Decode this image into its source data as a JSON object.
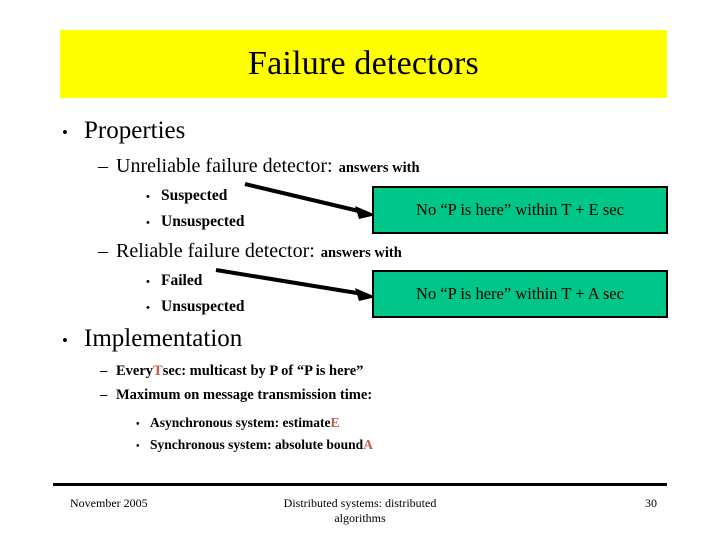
{
  "slide": {
    "title": "Failure detectors",
    "title_bg": "#ffff00",
    "callout_bg": "#00c68a",
    "accent_color": "#c0604a"
  },
  "content": {
    "properties": {
      "label": "Properties",
      "bullet_glyph": "•",
      "unreliable": {
        "dash_glyph": "–",
        "label": "Unreliable failure detector:",
        "answers_with": "answers with",
        "items": [
          {
            "bullet_glyph": "•",
            "label": "Suspected"
          },
          {
            "bullet_glyph": "•",
            "label": "Unsuspected"
          }
        ],
        "callout": "No “P is here” within T + E sec"
      },
      "reliable": {
        "dash_glyph": "–",
        "label": "Reliable failure detector:",
        "answers_with": "answers with",
        "items": [
          {
            "bullet_glyph": "•",
            "label": "Failed"
          },
          {
            "bullet_glyph": "•",
            "label": "Unsuspected"
          }
        ],
        "callout": "No “P is here” within T + A sec"
      }
    },
    "implementation": {
      "label": "Implementation",
      "bullet_glyph": "•",
      "items": [
        {
          "dash_glyph": "–",
          "prefix": "Every ",
          "accent": "T",
          "suffix": " sec: multicast by P of “P is here”"
        },
        {
          "dash_glyph": "–",
          "prefix": "Maximum on message transmission time:",
          "accent": "",
          "suffix": ""
        }
      ],
      "subitems": [
        {
          "bullet_glyph": "•",
          "prefix": "Asynchronous system: estimate  ",
          "accent": "E",
          "suffix": ""
        },
        {
          "bullet_glyph": "•",
          "prefix": "Synchronous system: absolute bound ",
          "accent": "A",
          "suffix": ""
        }
      ]
    }
  },
  "footer": {
    "date": "November 2005",
    "center_line1": "Distributed systems: distributed",
    "center_line2": "algorithms",
    "page": "30"
  }
}
